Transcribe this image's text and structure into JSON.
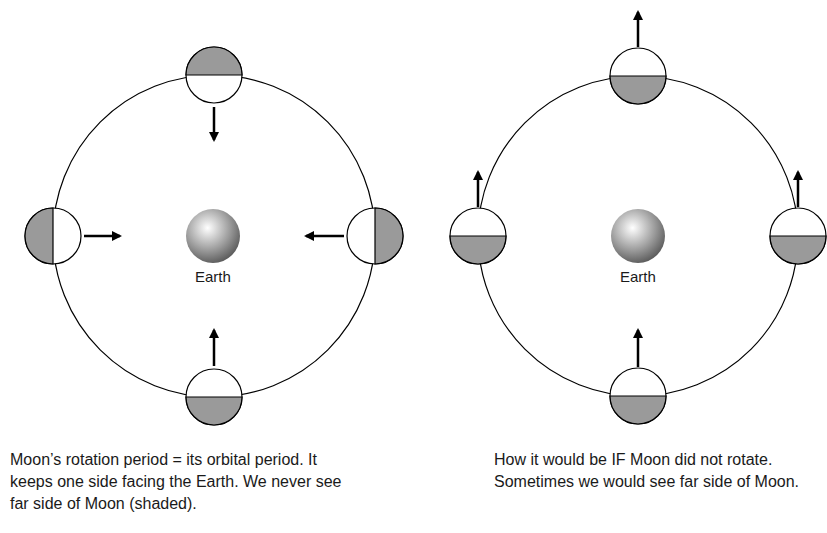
{
  "diagram": {
    "labels": [
      "Earth",
      "Earth",
      "Moon’s rotation period = its orbital period. It keeps one side facing the Earth. We never see far side of Moon (shaded).",
      "How it would be IF Moon did not rotate. Sometimes we would see far side of Moon."
    ]
  }
}
